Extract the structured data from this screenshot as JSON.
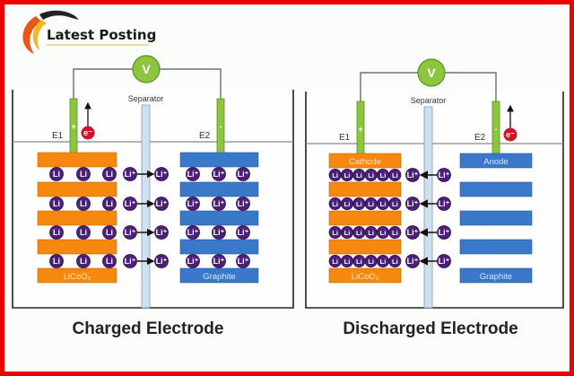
{
  "logo": {
    "text": "Latest Posting"
  },
  "panels": [
    {
      "id": "charged",
      "title": "Charged Electrode",
      "voltmeter": "V",
      "e1_label": "E1",
      "e2_label": "E2",
      "e1_sign": "+",
      "e2_sign": "-",
      "separator_label": "Separator",
      "electron_label": "e⁻",
      "electron_side": "E1",
      "cathode_top_label": "",
      "cathode_bottom_label": "LiCoO₂",
      "anode_top_label": "",
      "anode_bottom_label": "Graphite",
      "cathode_ion_label": "Li",
      "anode_ion_label": "Li⁺",
      "migrating_ion_label": "Li⁺",
      "ion_flow": "cathode-to-anode",
      "cathode_ions_per_row": 3,
      "anode_ions_per_row": 3
    },
    {
      "id": "discharged",
      "title": "Discharged Electrode",
      "voltmeter": "V",
      "e1_label": "E1",
      "e2_label": "E2",
      "e1_sign": "+",
      "e2_sign": "-",
      "separator_label": "Separator",
      "electron_label": "e⁻",
      "electron_side": "E2",
      "cathode_top_label": "Cathode",
      "cathode_bottom_label": "LiCoO₂",
      "anode_top_label": "Anode",
      "anode_bottom_label": "Graphite",
      "cathode_ion_label": "Li",
      "anode_ion_label": "",
      "migrating_ion_label": "Li⁺",
      "ion_flow": "anode-to-cathode",
      "cathode_ions_per_row": 6,
      "anode_ions_per_row": 0
    }
  ],
  "colors": {
    "frame": "#ee0000",
    "cathode": "#f7880f",
    "anode": "#3a78c9",
    "electrode_rod": "#8cc63f",
    "ion": "#4b1f7a",
    "electron": "#d0152b",
    "separator": "#cfe0ef"
  }
}
